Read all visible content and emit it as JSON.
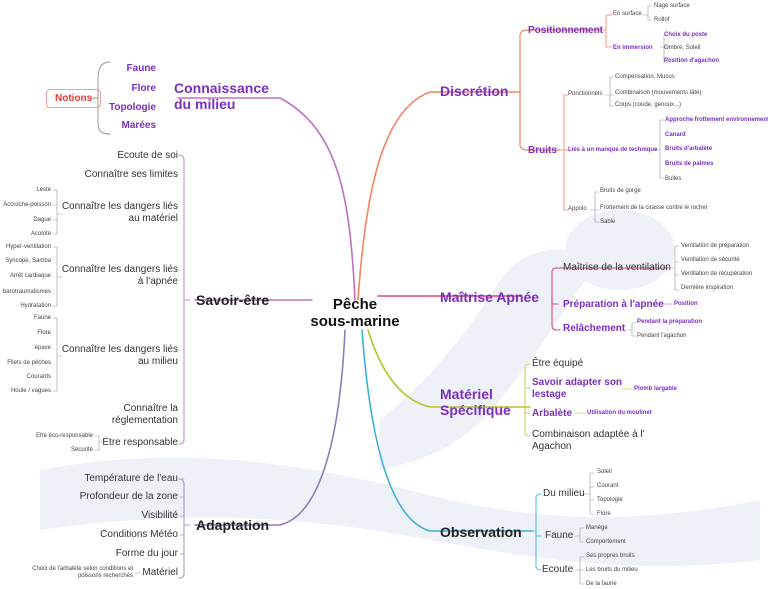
{
  "title": "Pêche\nsous-marine",
  "colors": {
    "discretion": "#f4845f",
    "sub_purple": "#7b2fbe",
    "maitrise": "#e0457b",
    "materiel": "#b5c42a",
    "observation": "#3bb0d8",
    "adaptation": "#8e7cc3",
    "savoir": "#c070c0",
    "notions_red": "#e53935"
  },
  "notions": "Notions",
  "connaissance": {
    "label": "Connaissance\ndu milieu",
    "items": [
      "Faune",
      "Flore",
      "Topologie",
      "Marées"
    ]
  },
  "discretion": {
    "label": "Discrétion",
    "positionnement": {
      "label": "Positionnement",
      "en_surface": {
        "label": "En surface",
        "items": [
          "Nage surface",
          "Rollof"
        ]
      },
      "en_immersion": {
        "label": "En immersion",
        "items": [
          "Choix du poste",
          "Ombre, Soleil",
          "Position d'agachon"
        ]
      }
    },
    "bruits": {
      "label": "Bruits",
      "ponctionnels": {
        "label": "Ponctionnels",
        "items": [
          "Compensation, Mucus",
          "Combinaison (mouvements lâte)",
          "Corps (coude, genoux...)"
        ]
      },
      "technique": {
        "label": "Liés à un manque de technique",
        "items": [
          "Approche frottement environnement",
          "Canard",
          "Bruits d'arbalète",
          "Bruits de palmes",
          "Bulles"
        ]
      },
      "appolo": {
        "label": "Appolo",
        "items": [
          "Bruits de gorge",
          "Frottement de la cirasse contre le rocher",
          "Sable"
        ]
      }
    }
  },
  "maitrise": {
    "label": "Maîtrise Apnée",
    "ventilation": {
      "label": "Maîtrise de la ventilation",
      "items": [
        "Ventilation de préparation",
        "Ventilation de sécurité",
        "Ventilation de récupération",
        "Dernière inspiration"
      ]
    },
    "preparation": {
      "label": "Préparation à l'apnée",
      "items": [
        "Position"
      ]
    },
    "relachement": {
      "label": "Relâchement",
      "items": [
        "Pendant la préparation",
        "Pendant l'agachon"
      ]
    }
  },
  "materiel": {
    "label": "Matériel\nSpécifique",
    "items": [
      {
        "label": "Être équipé"
      },
      {
        "label": "Savoir adapter son\nlestage",
        "child": "Plomb largable"
      },
      {
        "label": "Arbalète",
        "child": "Utilisation du moulinet"
      },
      {
        "label": "Combinaison adaptée à l'\nAgachon"
      }
    ]
  },
  "observation": {
    "label": "Observation",
    "du_milieu": {
      "label": "Du milieu",
      "items": [
        "Soleil",
        "Courant",
        "Topologie",
        "Flore"
      ]
    },
    "faune": {
      "label": "Faune",
      "items": [
        "Manège",
        "Comportement"
      ]
    },
    "ecoute": {
      "label": "Ecoute",
      "items": [
        "Ses propres bruits",
        "Les bruits du milieu",
        "De la faune"
      ]
    }
  },
  "adaptation": {
    "label": "Adaptation",
    "items": [
      "Température de l'eau",
      "Profondeur de la zone",
      "Visibilité",
      "Conditions Météo",
      "Forme du jour"
    ],
    "materiel": {
      "label": "Matériel",
      "child": "Choix de l'arbalète selon conditions et\npoissons recherchés"
    }
  },
  "savoir": {
    "label": "Savoir-être",
    "ecoute_soi": "Ecoute de soi",
    "limites": "Connaître ses limites",
    "dangers_materiel": {
      "label": "Connaître les dangers liés\nau matériel",
      "items": [
        "Leste",
        "Accroche-poisson",
        "Dague",
        "Acolote"
      ]
    },
    "dangers_apnee": {
      "label": "Connaître les dangers liés\nà l'apnée",
      "items": [
        "Hyper-ventilation",
        "Syncope, Samba",
        "Arrêt cardiaque",
        "barotraumatismes",
        "Hydratation"
      ]
    },
    "dangers_milieu": {
      "label": "Connaître les dangers liés\nau milieu",
      "items": [
        "Faune",
        "Flore",
        "épave",
        "Filets de pêches",
        "Courants",
        "Houle / vagues"
      ]
    },
    "reglementation": "Connaître la\nréglementation",
    "responsable": {
      "label": "Etre responsable",
      "items": [
        "Etre éco-responsable",
        "Sécurité"
      ]
    }
  }
}
